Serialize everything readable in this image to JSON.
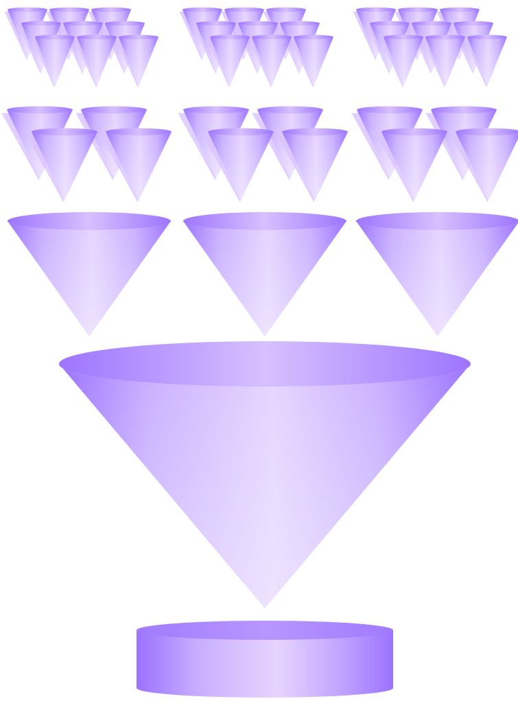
{
  "diagram": {
    "colors": {
      "dark": "#9b72ff",
      "mid": "#b99bff",
      "light": "#e6d4ff",
      "rim": "#c7a9ff",
      "shadow": "#d9c3ff"
    },
    "rows": [
      {
        "name": "tier-1",
        "groups": 3,
        "cones_per_group": 9
      },
      {
        "name": "tier-2",
        "groups": 3,
        "cones_per_group": 4
      },
      {
        "name": "tier-3",
        "groups": 3,
        "cones_per_group": 1
      },
      {
        "name": "tier-4",
        "groups": 1,
        "cones_per_group": 1
      }
    ],
    "base": {
      "shape": "cylinder"
    }
  }
}
